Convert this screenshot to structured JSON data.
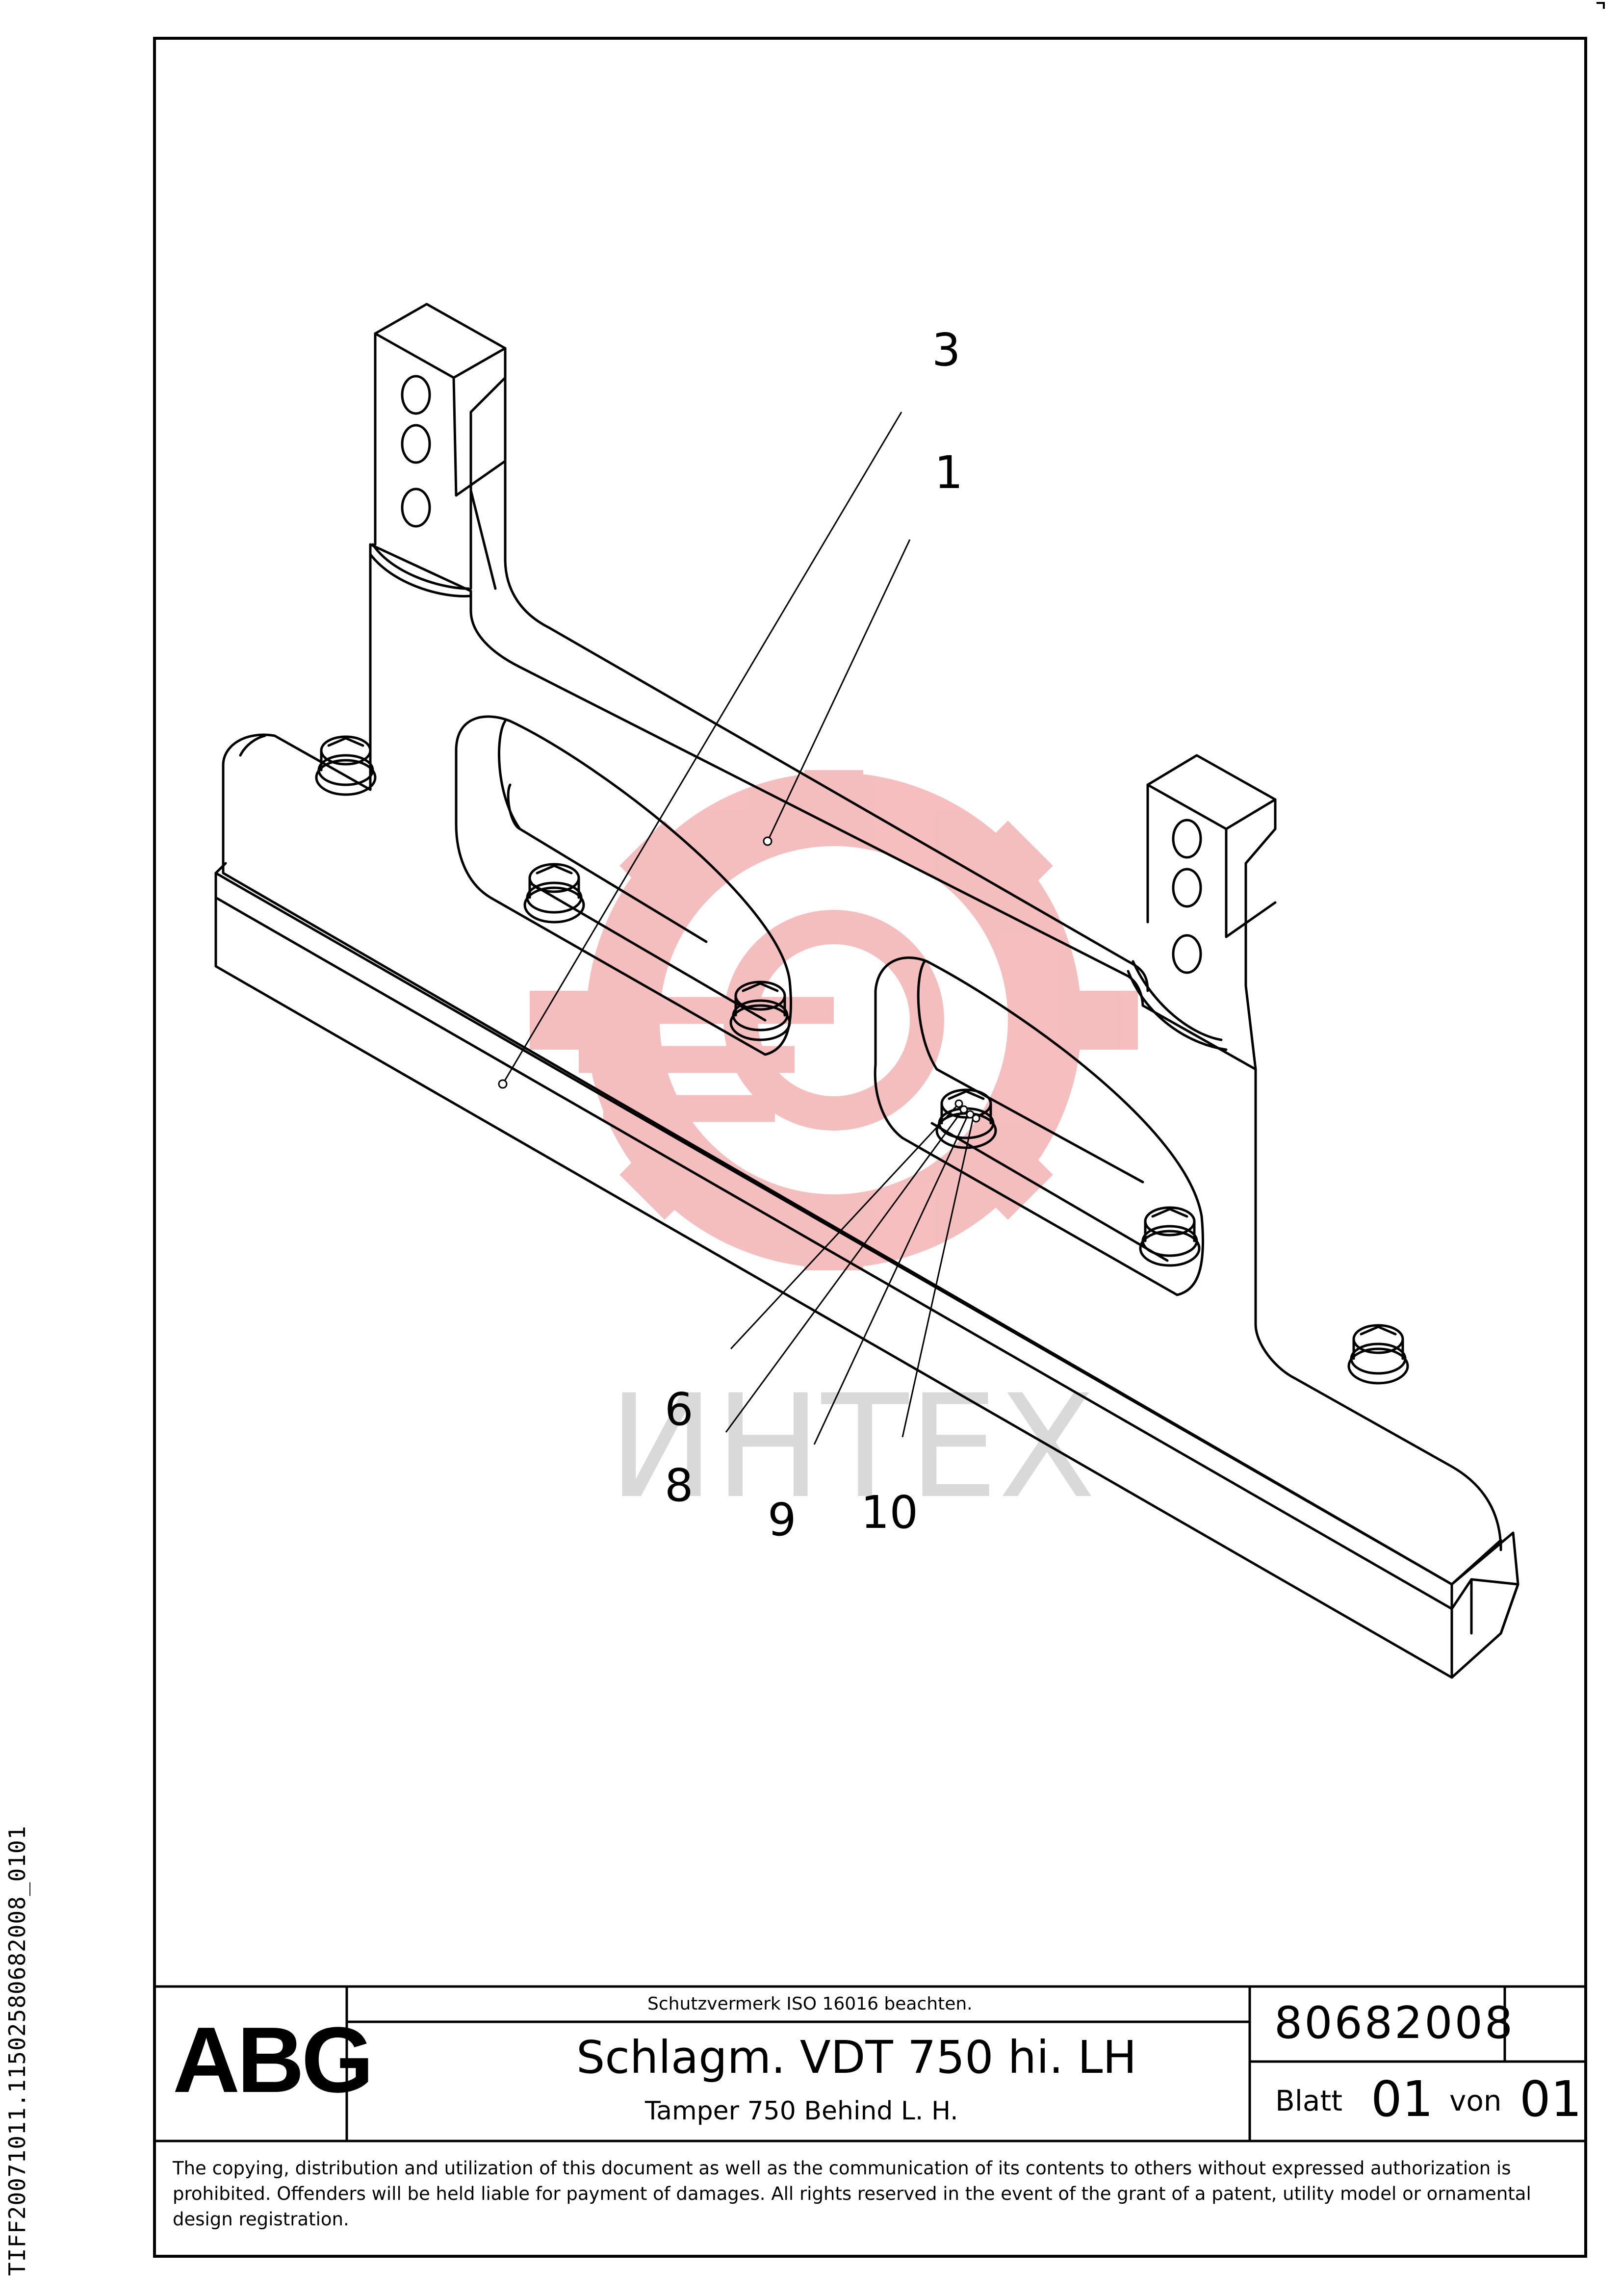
{
  "drawing": {
    "callouts": [
      {
        "label": "3"
      },
      {
        "label": "1"
      },
      {
        "label": "6"
      },
      {
        "label": "8"
      },
      {
        "label": "9"
      },
      {
        "label": "10"
      }
    ],
    "watermark": "ИНТЕХ"
  },
  "title_block": {
    "logo": "ABG",
    "protection_note": "Schutzvermerk ISO 16016 beachten.",
    "title_de": "Schlagm. VDT 750 hi. LH",
    "title_en": "Tamper 750 Behind L. H.",
    "part_number": "80682008",
    "sheet_label": "Blatt",
    "sheet_number": "01",
    "of_label": "von",
    "sheet_total": "01"
  },
  "copyright_notice": "The copying, distribution and utilization of this document as well as the communication of its contents to others without expressed authorization is prohibited. Offenders will be held liable for payment of damages. All rights reserved in the event of the grant of a patent, utility model or ornamental design registration.",
  "side_code": "TIFF20071011.115025806820​08_0101",
  "colors": {
    "line": "#000000",
    "watermark_gear": "#f4b3b3",
    "watermark_text": "#d9d9d9"
  }
}
